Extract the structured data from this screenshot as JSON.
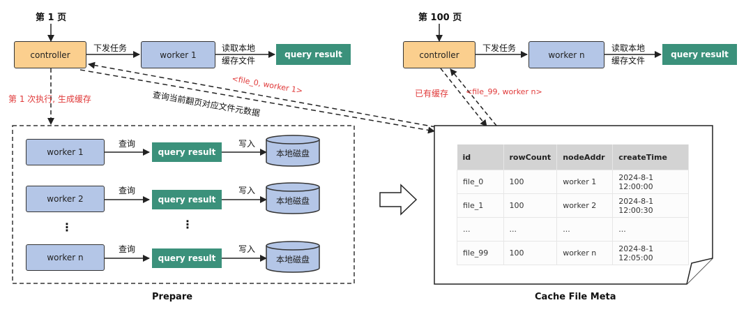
{
  "left": {
    "page_label": "第 1 页",
    "controller_label": "controller",
    "dispatch_label": "下发任务",
    "worker_label": "worker 1",
    "read_label_line1": "读取本地",
    "read_label_line2": "缓存文件",
    "result_label": "query result",
    "first_exec_label": "第 1 次执行, 生成缓存",
    "meta_query_label": "查询当前翻页对应文件元数据",
    "meta_return_label": "<file_0, worker 1>"
  },
  "right": {
    "page_label": "第 100 页",
    "controller_label": "controller",
    "dispatch_label": "下发任务",
    "worker_label": "worker n",
    "read_label_line1": "读取本地",
    "read_label_line2": "缓存文件",
    "result_label": "query result",
    "cached_label": "已有缓存",
    "meta_return_label": "<file_99, worker n>"
  },
  "prepare": {
    "title": "Prepare",
    "rows": [
      {
        "worker": "worker 1",
        "query_label": "查询",
        "result": "query result",
        "write_label": "写入",
        "disk": "本地磁盘"
      },
      {
        "worker": "worker 2",
        "query_label": "查询",
        "result": "query result",
        "write_label": "写入",
        "disk": "本地磁盘"
      },
      {
        "worker": "worker n",
        "query_label": "查询",
        "result": "query result",
        "write_label": "写入",
        "disk": "本地磁盘"
      }
    ],
    "ellipsis": "⋮"
  },
  "cache_meta": {
    "title": "Cache File Meta",
    "columns": [
      "id",
      "rowCount",
      "nodeAddr",
      "createTime"
    ],
    "rows": [
      [
        "file_0",
        "100",
        "worker 1",
        "2024-8-1 12:00:00"
      ],
      [
        "file_1",
        "100",
        "worker 2",
        "2024-8-1 12:00:30"
      ],
      [
        "...",
        "...",
        "...",
        "..."
      ],
      [
        "file_99",
        "100",
        "worker n",
        "2024-8-1 12:05:00"
      ]
    ]
  },
  "colors": {
    "controller": "#fbcf8e",
    "worker": "#b4c6e7",
    "result": "#3b917b",
    "annotation_red": "#e03a3a"
  }
}
